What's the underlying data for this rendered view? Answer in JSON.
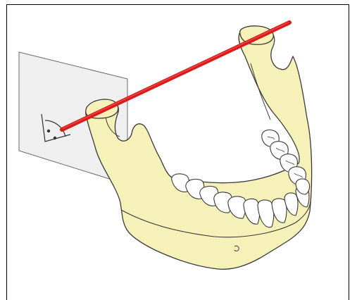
{
  "figure": {
    "subject": "mandible-hinge-axis-illustration",
    "colors": {
      "background": "#ffffff",
      "bone": "#f6f1b9",
      "outline": "#3a3a3a",
      "tooth": "#ffffff",
      "axis_rod": "#d81b1b",
      "plane_fill": "#e9e9e9",
      "plane_stroke": "#6b6b6b",
      "frame": "#000000"
    },
    "icons": [
      "hinge-axis-rod",
      "sagittal-plane",
      "angle-symbol",
      "mental-foramen"
    ]
  }
}
